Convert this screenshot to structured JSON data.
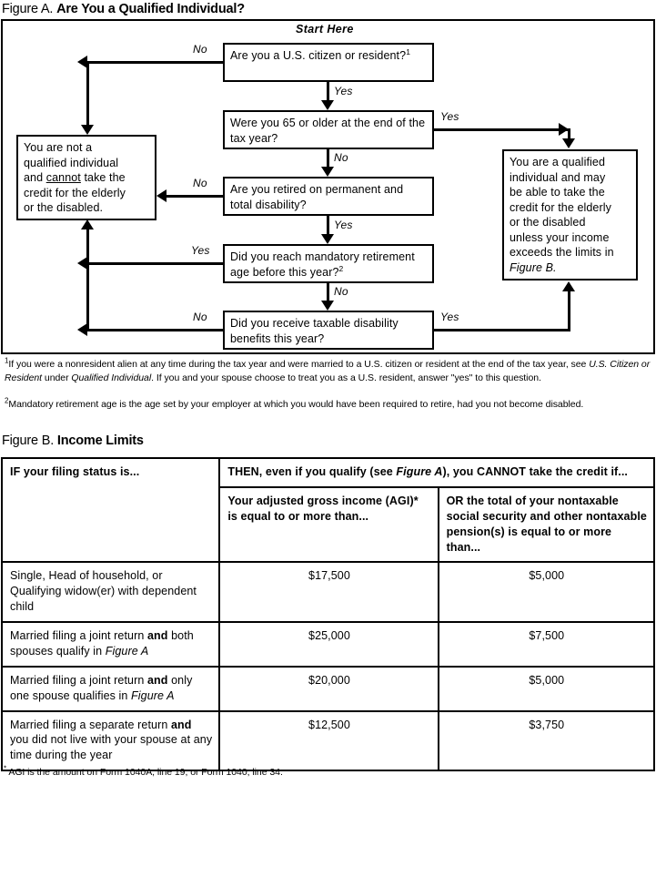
{
  "figure_a": {
    "label": "Figure A.",
    "title": "Are You a Qualified Individual?",
    "start_here": "Start Here",
    "boxes": {
      "citizen": "Are you a U.S. citizen or resident?",
      "citizen_footnote_mark": "1",
      "age65": "Were you 65 or older at the end of the tax year?",
      "retired": "Are you retired on permanent and total disability?",
      "mandatory": "Did you reach mandatory retirement age before this year?",
      "mandatory_footnote_mark": "2",
      "taxable": "Did you receive taxable disability benefits this year?",
      "not_qualified_line1": "You are not a",
      "not_qualified_line2": "qualified individual",
      "not_qualified_line3_a": "and",
      "not_qualified_line3_b": "cannot",
      "not_qualified_line3_c": "take the",
      "not_qualified_line4": "credit for the elderly",
      "not_qualified_line5": "or the disabled.",
      "qualified_line1": "You are a qualified",
      "qualified_line2": "individual and may",
      "qualified_line3": "be able to take the",
      "qualified_line4": "credit for the elderly",
      "qualified_line5": "or the disabled",
      "qualified_line6": "unless your income",
      "qualified_line7": "exceeds the limits in",
      "qualified_line8": "Figure B."
    },
    "edges": {
      "citizen_no": "No",
      "citizen_yes": "Yes",
      "age65_yes": "Yes",
      "age65_no": "No",
      "retired_no": "No",
      "retired_yes": "Yes",
      "mandatory_yes": "Yes",
      "mandatory_no": "No",
      "taxable_no": "No",
      "taxable_yes": "Yes"
    },
    "footnotes": {
      "one_mark": "1",
      "one_a": "If you were a nonresident alien at any time during the tax year and were married to a U.S. citizen or resident at the end of the tax year, see ",
      "one_italic1": "U.S. Citizen or Resident",
      "one_b": " under ",
      "one_italic2": "Qualified Individual",
      "one_c": ". If you and your spouse choose to treat you as a U.S. resident, answer \"yes\" to this question.",
      "two_mark": "2",
      "two_text": "Mandatory retirement age is the age set by your employer at which you would have been required to retire, had you not become disabled."
    }
  },
  "figure_b": {
    "label": "Figure B.",
    "title": "Income Limits",
    "header_then_a": "THEN, even if you qualify (see ",
    "header_then_italic": "Figure A",
    "header_then_b": "), you CANNOT take the credit if...",
    "col_status": "IF your filing status is...",
    "col_agi": "Your adjusted gross income (AGI)* is equal to or more than...",
    "col_nontaxable": "OR the total of your nontaxable social security and other nontaxable pension(s) is equal to or more than...",
    "rows": [
      {
        "status_plain": "Single, Head of household, or Qualifying widow(er) with dependent child",
        "agi": "$17,500",
        "nontaxable": "$5,000"
      },
      {
        "status_a": "Married filing a joint return ",
        "status_bold": "and",
        "status_b": " both spouses qualify in ",
        "status_italic": "Figure A",
        "agi": "$25,000",
        "nontaxable": "$7,500"
      },
      {
        "status_a": "Married filing a joint return ",
        "status_bold": "and",
        "status_b": " only one spouse qualifies in ",
        "status_italic": "Figure A",
        "agi": "$20,000",
        "nontaxable": "$5,000"
      },
      {
        "status_a": "Married filing a separate return ",
        "status_bold": "and",
        "status_b": " you did not live with your spouse at any time during the year",
        "status_italic": "",
        "agi": "$12,500",
        "nontaxable": "$3,750"
      }
    ],
    "footnote_mark": "*",
    "footnote": " AGI is the amount on Form 1040A, line 19, or Form 1040, line 34."
  },
  "chart_data": {
    "type": "table",
    "title": "Income Limits",
    "categories": [
      "Single, Head of household, or Qualifying widow(er) with dependent child",
      "Married filing a joint return and both spouses qualify in Figure A",
      "Married filing a joint return and only one spouse qualifies in Figure A",
      "Married filing a separate return and you did not live with your spouse at any time during the year"
    ],
    "series": [
      {
        "name": "Your adjusted gross income (AGI) is equal to or more than...",
        "values": [
          17500,
          25000,
          20000,
          12500
        ]
      },
      {
        "name": "OR the total of your nontaxable social security and other nontaxable pension(s) is equal to or more than...",
        "values": [
          5000,
          7500,
          5000,
          3750
        ]
      }
    ]
  }
}
